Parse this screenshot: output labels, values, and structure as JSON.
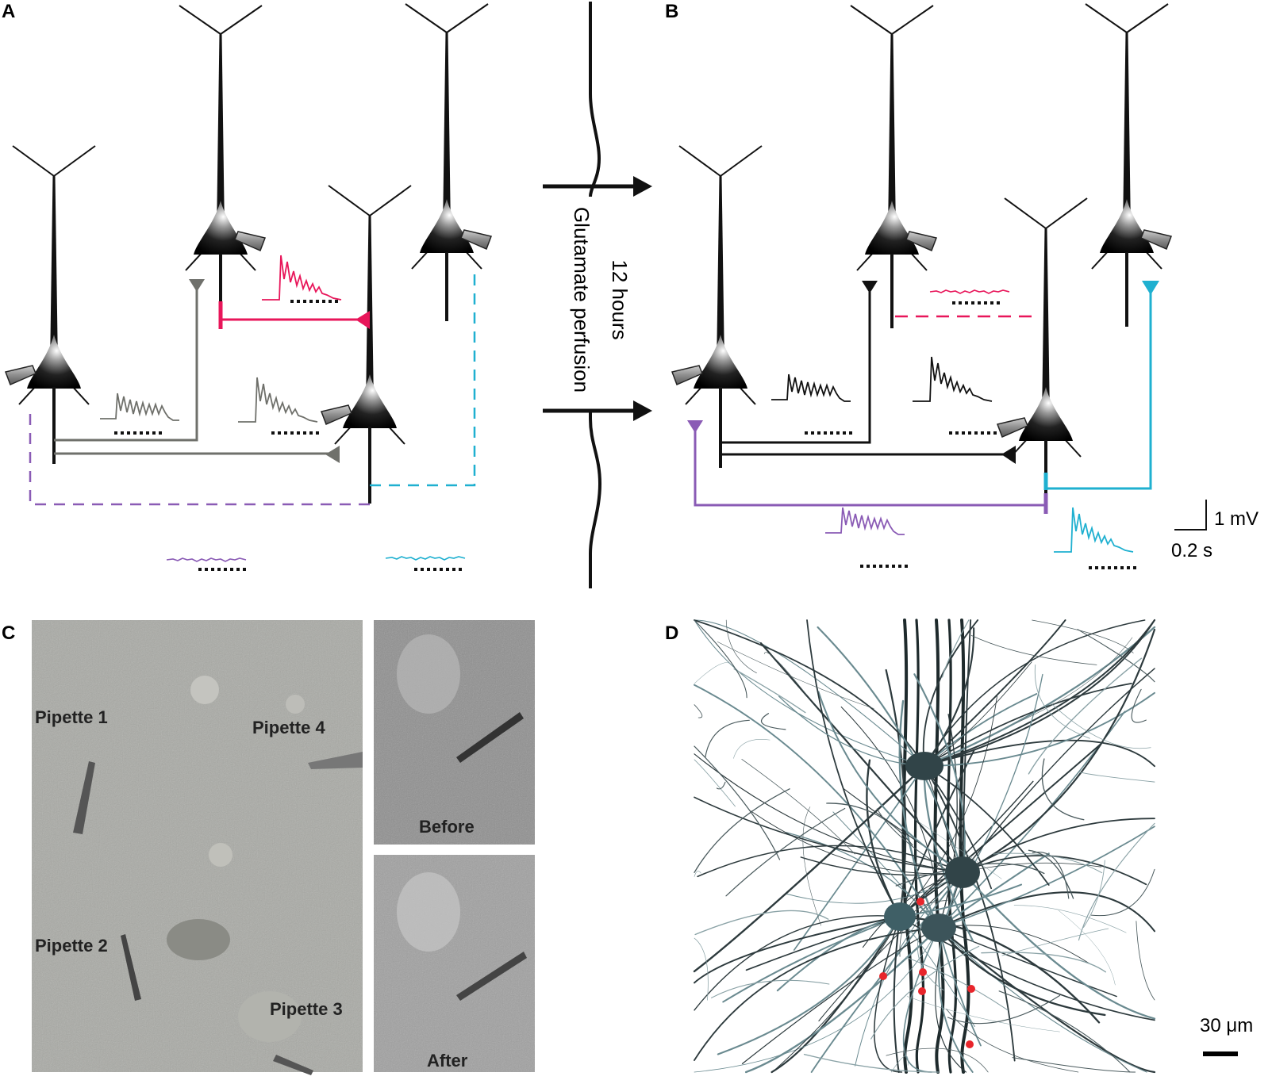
{
  "panels": {
    "a": "A",
    "b": "B",
    "c": "C",
    "d": "D"
  },
  "treatment": {
    "line1": "12 hours",
    "line2": "Glutamate perfusion"
  },
  "scale_bar": {
    "voltage": "1 mV",
    "time": "0.2 s"
  },
  "photo_labels": {
    "pipette1": "Pipette 1",
    "pipette2": "Pipette 2",
    "pipette3": "Pipette 3",
    "pipette4": "Pipette 4",
    "before": "Before",
    "after": "After"
  },
  "morphology_scale": "30 μm",
  "colors": {
    "gray": "#6f706b",
    "pink": "#e8165a",
    "cyan": "#1fb0d0",
    "purple": "#8a5bb5",
    "black": "#111111",
    "red_dot": "#e8252b"
  }
}
